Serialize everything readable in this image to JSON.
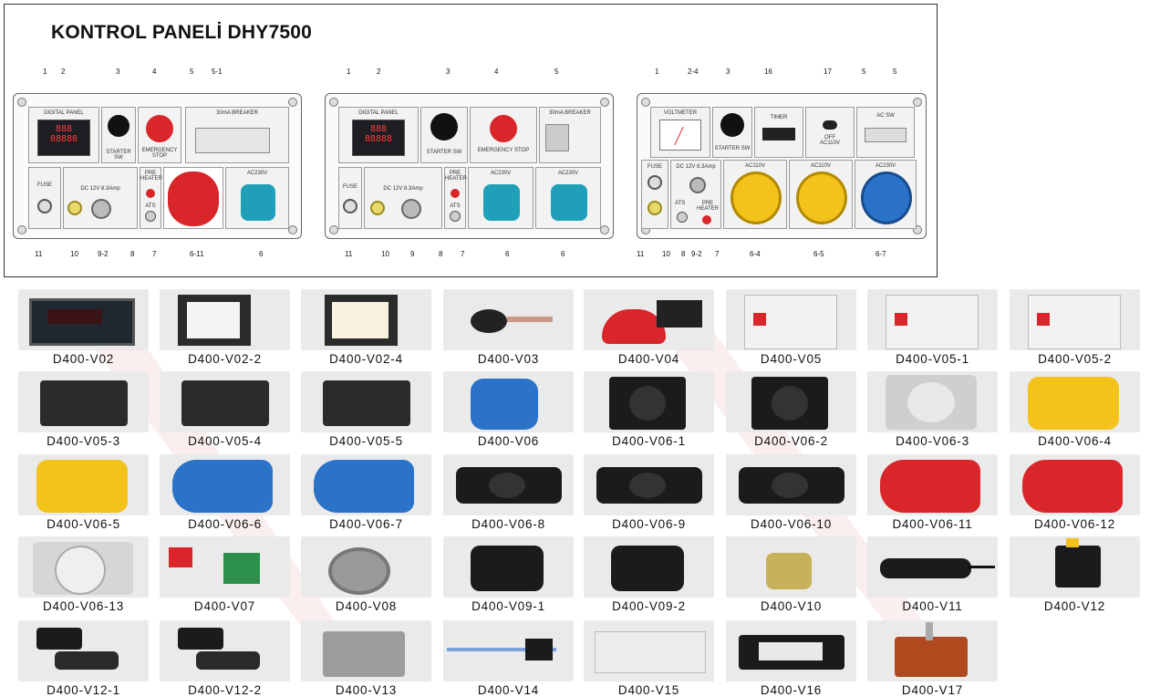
{
  "title": "KONTROL PANELİ DHY7500",
  "panel_texts": {
    "digital_panel": "DIGITAL PANEL",
    "voltmeter": "VOLTMETER",
    "starter_sw": "STARTER SW",
    "emergency_stop": "EMERGENCY STOP",
    "breaker": "30mA BREAKER",
    "timer": "TIMER",
    "ac_sw": "AC SW",
    "fuse": "FUSE",
    "dc": "DC 12V 8.3Amp",
    "pre_heater": "PRE HEATER",
    "ats": "ATS",
    "ac230v": "AC230V",
    "ac110v": "AC110V",
    "off": "OFF"
  },
  "panels": [
    {
      "top_labels": [
        "1",
        "2",
        "3",
        "4",
        "5",
        "5-1"
      ],
      "bottom_labels": [
        "11",
        "10",
        "9-2",
        "8",
        "7",
        "6-11",
        "6"
      ]
    },
    {
      "top_labels": [
        "1",
        "2",
        "3",
        "4",
        "5"
      ],
      "bottom_labels": [
        "11",
        "10",
        "9",
        "8",
        "7",
        "6",
        "6"
      ]
    },
    {
      "top_labels": [
        "1",
        "2-4",
        "3",
        "16",
        "17",
        "5",
        "5"
      ],
      "bottom_labels": [
        "11",
        "10",
        "8",
        "9-2",
        "7",
        "6-4",
        "6-5",
        "6-7"
      ]
    }
  ],
  "colors": {
    "red": "#d9262b",
    "blue": "#2a73c9",
    "yellow": "#f3c21b",
    "cyan": "#1fa0b8",
    "dark": "#2b2b2b"
  },
  "parts": [
    {
      "code": "D400-V02",
      "kind": "digital-meter"
    },
    {
      "code": "D400-V02-2",
      "kind": "square-meter"
    },
    {
      "code": "D400-V02-4",
      "kind": "analog-voltmeter"
    },
    {
      "code": "D400-V03",
      "kind": "key-switch"
    },
    {
      "code": "D400-V04",
      "kind": "emergency-stop"
    },
    {
      "code": "D400-V05",
      "kind": "rcd-breaker"
    },
    {
      "code": "D400-V05-1",
      "kind": "rcd-breaker"
    },
    {
      "code": "D400-V05-2",
      "kind": "rcd-breaker"
    },
    {
      "code": "D400-V05-3",
      "kind": "black-breaker"
    },
    {
      "code": "D400-V05-4",
      "kind": "black-breaker"
    },
    {
      "code": "D400-V05-5",
      "kind": "black-breaker"
    },
    {
      "code": "D400-V06",
      "kind": "blue-socket"
    },
    {
      "code": "D400-V06-1",
      "kind": "black-au-socket"
    },
    {
      "code": "D400-V06-2",
      "kind": "black-au-socket"
    },
    {
      "code": "D400-V06-3",
      "kind": "grey-socket"
    },
    {
      "code": "D400-V06-4",
      "kind": "yellow-socket"
    },
    {
      "code": "D400-V06-5",
      "kind": "yellow-socket"
    },
    {
      "code": "D400-V06-6",
      "kind": "blue-industrial-socket"
    },
    {
      "code": "D400-V06-7",
      "kind": "blue-industrial-socket"
    },
    {
      "code": "D400-V06-8",
      "kind": "black-us-socket"
    },
    {
      "code": "D400-V06-9",
      "kind": "black-us-socket"
    },
    {
      "code": "D400-V06-10",
      "kind": "black-us-socket"
    },
    {
      "code": "D400-V06-11",
      "kind": "red-industrial-socket"
    },
    {
      "code": "D400-V06-12",
      "kind": "red-industrial-socket"
    },
    {
      "code": "D400-V06-13",
      "kind": "grey-round-socket"
    },
    {
      "code": "D400-V07",
      "kind": "micro-switch"
    },
    {
      "code": "D400-V08",
      "kind": "connector"
    },
    {
      "code": "D400-V09-1",
      "kind": "black-outlet"
    },
    {
      "code": "D400-V09-2",
      "kind": "black-outlet"
    },
    {
      "code": "D400-V10",
      "kind": "brass-fuse-cap"
    },
    {
      "code": "D400-V11",
      "kind": "fuse-holder"
    },
    {
      "code": "D400-V12",
      "kind": "control-module"
    },
    {
      "code": "D400-V12-1",
      "kind": "control-module-cable"
    },
    {
      "code": "D400-V12-2",
      "kind": "control-module-cable"
    },
    {
      "code": "D400-V13",
      "kind": "grey-box"
    },
    {
      "code": "D400-V14",
      "kind": "wire-harness"
    },
    {
      "code": "D400-V15",
      "kind": "relay"
    },
    {
      "code": "D400-V16",
      "kind": "hour-meter"
    },
    {
      "code": "D400-V17",
      "kind": "toggle-switch"
    }
  ]
}
